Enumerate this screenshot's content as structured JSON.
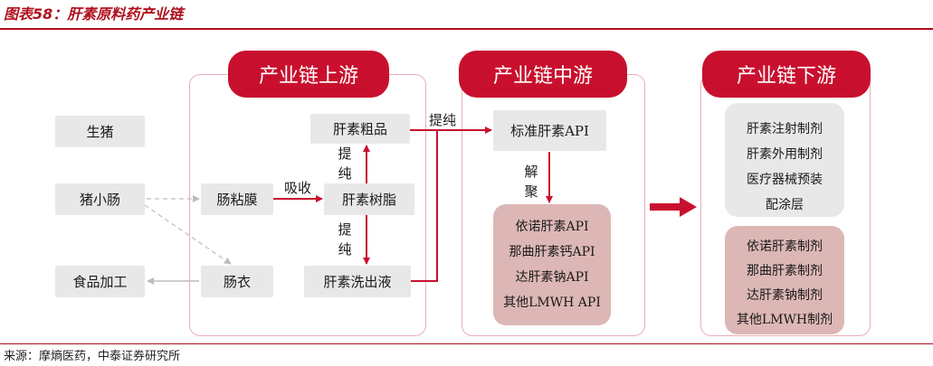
{
  "title": "图表58：肝素原料药产业链",
  "source": "来源：摩熵医药，中泰证券研究所",
  "sections": {
    "upstream": "产业链上游",
    "midstream": "产业链中游",
    "downstream": "产业链下游"
  },
  "nodes": {
    "pig": "生猪",
    "pig_intestine": "猪小肠",
    "food_processing": "食品加工",
    "mucosa": "肠粘膜",
    "casing": "肠衣",
    "crude_heparin": "肝素粗品",
    "heparin_resin": "肝素树脂",
    "heparin_eluate": "肝素洗出液",
    "standard_api": "标准肝素API"
  },
  "edge_labels": {
    "absorb": "吸收",
    "purify_up": [
      "提",
      "纯"
    ],
    "purify_down": [
      "提",
      "纯"
    ],
    "purify_right": "提纯",
    "depolymerize": [
      "解",
      "聚"
    ]
  },
  "midstream_products": [
    "依诺肝素API",
    "那曲肝素钙API",
    "达肝素钠API",
    "其他LMWH API"
  ],
  "downstream_grey": [
    "肝素注射制剂",
    "肝素外用制剂",
    "医疗器械预装",
    "配涂层"
  ],
  "downstream_pink": [
    "依诺肝素制剂",
    "那曲肝素制剂",
    "达肝素钠制剂",
    "其他LMWH制剂"
  ],
  "colors": {
    "accent": "#c8102e",
    "section_border": "#e7b1b6",
    "node_grey": "#e8e8e8",
    "panel_pink": "#dcb7b5"
  }
}
